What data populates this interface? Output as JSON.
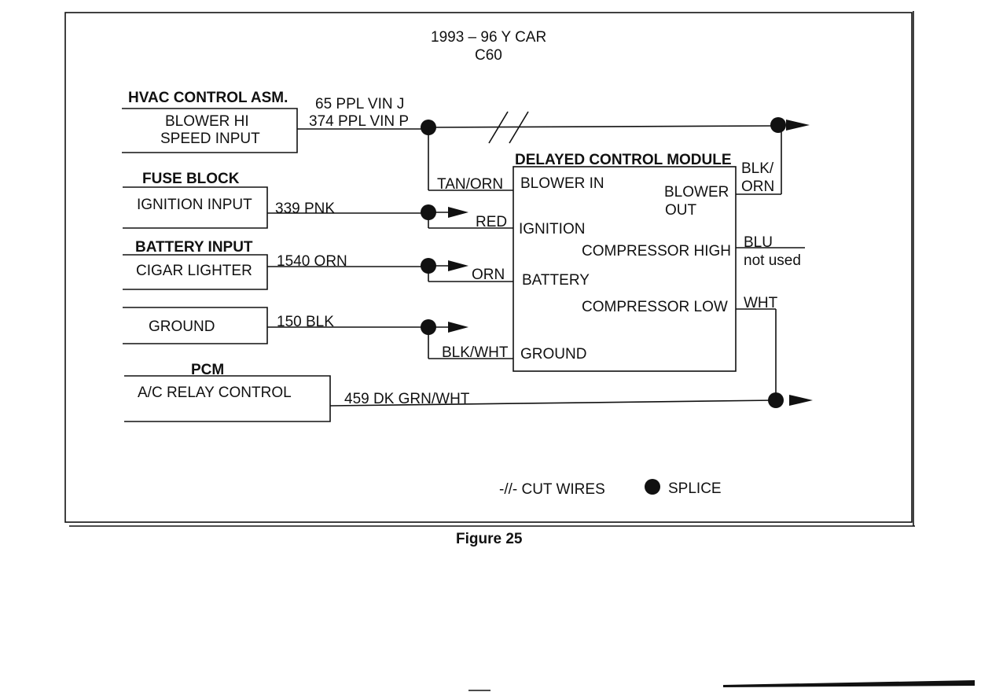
{
  "header": {
    "title": "1993 – 96  Y CAR",
    "subtitle": "C60"
  },
  "sources": {
    "hvac": {
      "heading": "HVAC CONTROL ASM.",
      "line1": "BLOWER HI",
      "line2": "SPEED INPUT"
    },
    "fuse": {
      "heading": "FUSE BLOCK",
      "line1": "IGNITION INPUT"
    },
    "battery": {
      "heading": "BATTERY INPUT",
      "line1": "CIGAR LIGHTER"
    },
    "ground": {
      "line1": "GROUND"
    },
    "pcm": {
      "heading": "PCM",
      "line1": "A/C RELAY CONTROL"
    }
  },
  "wires": {
    "vin_j": "65 PPL VIN J",
    "vin_p": "374 PPL VIN P",
    "tan_orn": "TAN/ORN",
    "pnk": "339 PNK",
    "red": "RED",
    "orn_1540": "1540 ORN",
    "orn": "ORN",
    "blk_150": "150 BLK",
    "blk_wht": "BLK/WHT",
    "dkgrn": "459 DK GRN/WHT",
    "blk_orn_1": "BLK/",
    "blk_orn_2": "ORN",
    "blu": "BLU",
    "blu_note": "not used",
    "wht": "WHT"
  },
  "module": {
    "title": "DELAYED CONTROL MODULE",
    "pins": {
      "blower_in": "BLOWER IN",
      "ignition": "IGNITION",
      "battery": "BATTERY",
      "ground": "GROUND",
      "blower_out_1": "BLOWER",
      "blower_out_2": "OUT",
      "comp_high": "COMPRESSOR HIGH",
      "comp_low": "COMPRESSOR LOW"
    }
  },
  "legend": {
    "cut": "-//- CUT WIRES",
    "splice": "SPLICE"
  },
  "caption": "Figure 25"
}
